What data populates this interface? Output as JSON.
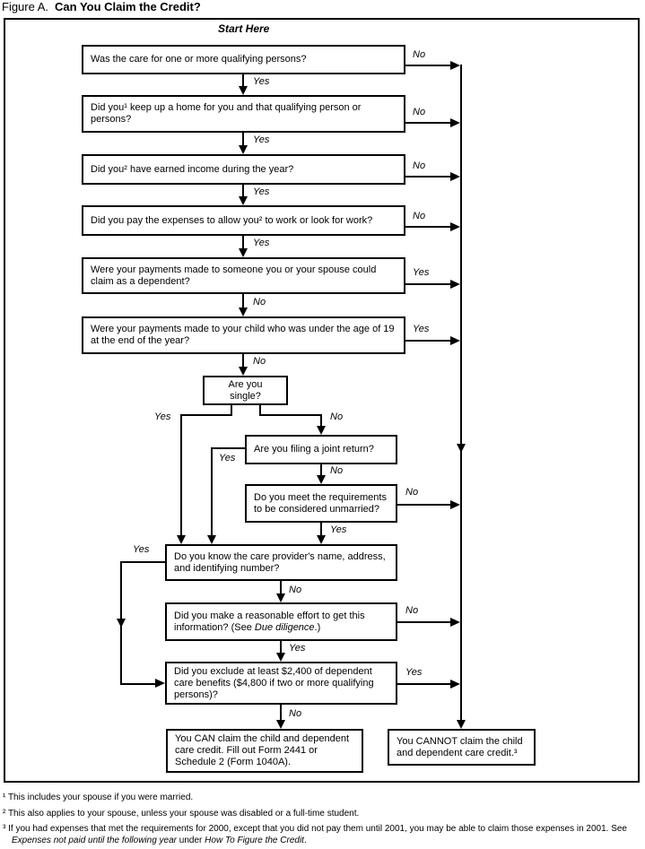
{
  "title": {
    "figure_label": "Figure A.",
    "text": "Can You Claim the Credit?"
  },
  "start_here": "Start Here",
  "labels": {
    "yes": "Yes",
    "no": "No"
  },
  "colors": {
    "ink": "#000000",
    "background": "#ffffff"
  },
  "boxes": {
    "q1": "Was the care for one or more qualifying persons?",
    "q2": "Did you¹ keep up a home for you and that qualifying person or persons?",
    "q3": "Did you² have earned income during the year?",
    "q4": "Did you pay the expenses to allow you² to work or look for work?",
    "q5": "Were your payments made to someone you or your spouse could claim as a dependent?",
    "q6": "Were your payments made to your child who was under the age of 19 at the end of the year?",
    "q7": "Are you single?",
    "q8": "Are you filing a joint return?",
    "q9": "Do you meet the requirements to be considered unmarried?",
    "q10": "Do you know the care provider's name, address, and identifying number?",
    "q11_parts": {
      "pre": "Did you make a reasonable effort to get this information? (See ",
      "italic": "Due diligence",
      "post": ".)"
    },
    "q12": "Did you exclude at least $2,400 of dependent care benefits ($4,800 if two or more qualifying persons)?",
    "result_can": "You CAN claim the child and dependent care credit. Fill out Form 2441 or Schedule 2 (Form 1040A).",
    "result_cannot": "You CANNOT claim the child and dependent care credit.³"
  },
  "footnotes": {
    "f1": {
      "marker": "¹",
      "text": "This includes your spouse if you were married."
    },
    "f2": {
      "marker": "²",
      "text": "This also applies to your spouse, unless your spouse was disabled or a full-time student."
    },
    "f3": {
      "marker": "³",
      "pre": "If you had expenses that met the requirements for 2000, except that you did not pay them until 2001, you may be able to claim those expenses in 2001. See ",
      "italic1": "Expenses not paid until the following year",
      "mid": " under ",
      "italic2": "How To Figure the Credit",
      "post": "."
    }
  }
}
